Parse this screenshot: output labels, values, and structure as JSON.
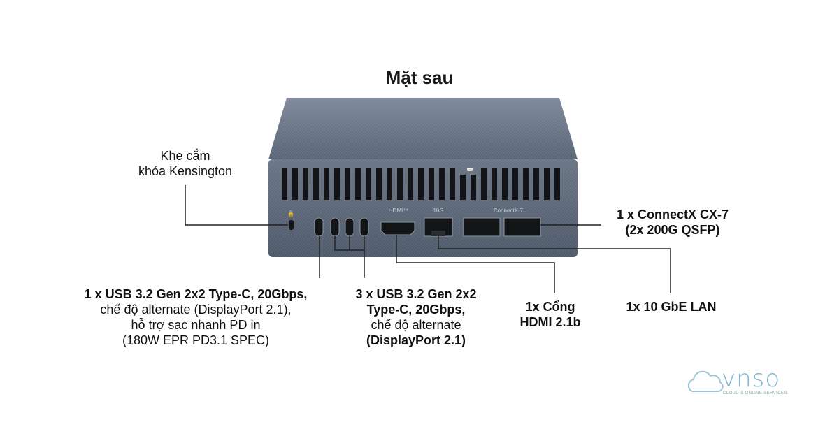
{
  "title": "Mặt sau",
  "device": {
    "port_labels": {
      "hdmi": "HDMI™",
      "lan": "10G",
      "connectx": "ConnectX-7"
    }
  },
  "labels": {
    "kensington": {
      "line1": "Khe cắm",
      "line2": "khóa Kensington"
    },
    "connectx": {
      "line1": "1 x ConnectX CX-7",
      "line2": "(2x 200G QSFP)"
    },
    "usb_main": {
      "line1": "1 x USB 3.2 Gen 2x2 Type-C, 20Gbps,",
      "line2": "chế độ alternate (DisplayPort 2.1),",
      "line3": "hỗ trợ sạc nhanh PD in",
      "line4": "(180W EPR PD3.1 SPEC)"
    },
    "usb_three": {
      "line1": "3 x USB 3.2 Gen 2x2",
      "line2": "Type-C, 20Gbps,",
      "line3": "chế độ alternate",
      "line4": "(DisplayPort 2.1)"
    },
    "hdmi": {
      "line1": "1x Cổng",
      "line2": "HDMI 2.1b"
    },
    "lan": {
      "line1": "1x 10 GbE LAN"
    }
  },
  "logo": {
    "text": "vnso",
    "tagline": "CLOUD & ONLINE SERVICES"
  },
  "colors": {
    "case": "#5b6677",
    "case_top": "#6b778a",
    "vent": "#121418",
    "line": "#222222"
  }
}
